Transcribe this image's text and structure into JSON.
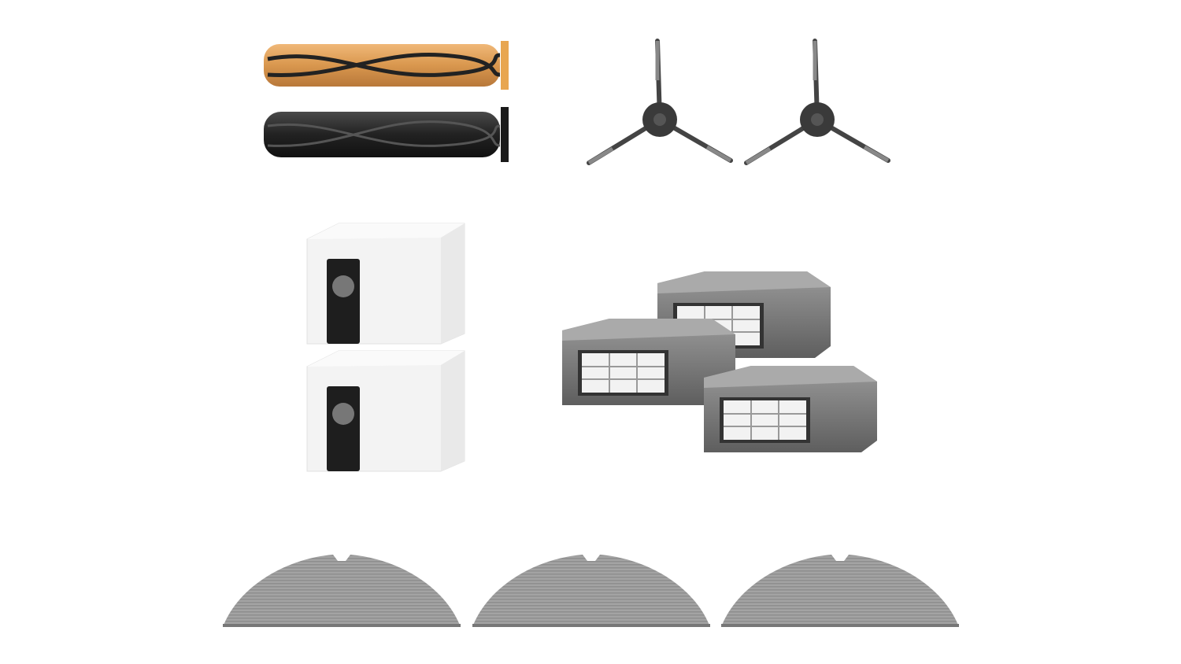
{
  "image": {
    "background": "#ffffff",
    "items": [
      {
        "kind": "main-brush",
        "count": 2,
        "colors": [
          "#e0a464",
          "#2a2a2a"
        ]
      },
      {
        "kind": "side-brush",
        "count": 2,
        "color": "#3c3c3c"
      },
      {
        "kind": "dust-bag",
        "count": 2,
        "colors": [
          "#f4f4f4",
          "#1e1e1e"
        ]
      },
      {
        "kind": "hepa-filter",
        "count": 3,
        "colors": [
          "#7a7a7a",
          "#f2f2f2"
        ]
      },
      {
        "kind": "mop-pad",
        "count": 3,
        "color": "#9a9a9a"
      }
    ]
  }
}
